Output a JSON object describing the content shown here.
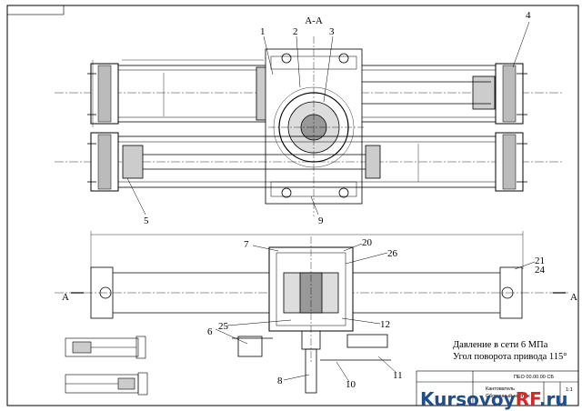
{
  "drawing": {
    "section_label": "А-А",
    "section_marker_left": "А",
    "section_marker_right": "А",
    "callouts": [
      "1",
      "2",
      "3",
      "4",
      "5",
      "9",
      "7",
      "20",
      "26",
      "21",
      "24",
      "25",
      "12",
      "6",
      "8",
      "10",
      "11"
    ],
    "notes": {
      "line1": "Давление в сети 6 МПа",
      "line2": "Угол поворота привода 115°"
    },
    "title_block": {
      "designation": "ПЕО 00.00.00 СБ",
      "name_line1": "Кантователь",
      "name_line2": "Сборочный чертеж",
      "scale": "1:1"
    }
  },
  "watermark": {
    "part1": "Kursovoy",
    "part2": "RF",
    "part3": ".ru"
  }
}
